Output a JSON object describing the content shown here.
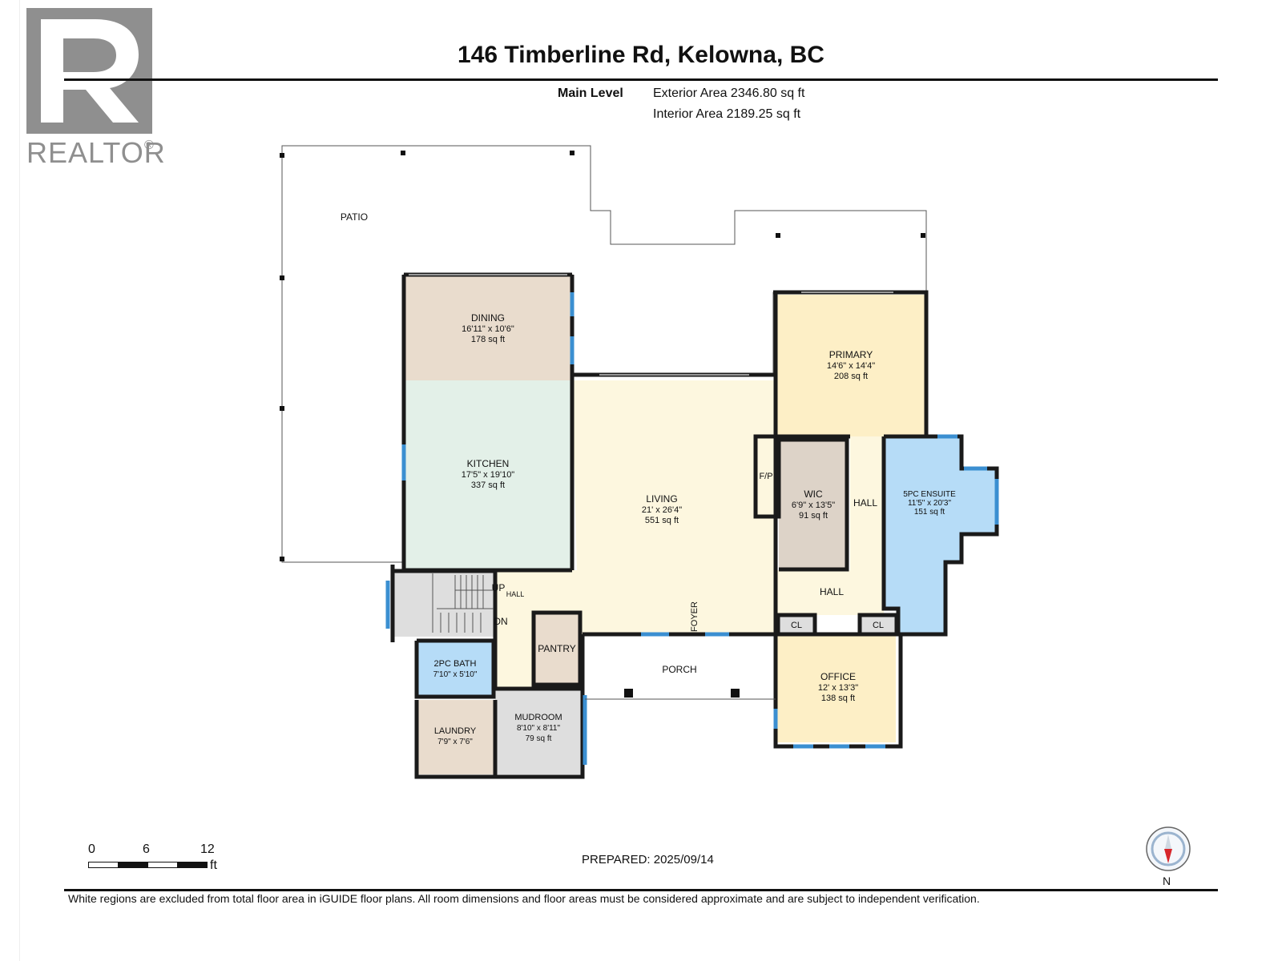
{
  "header": {
    "title": "146 Timberline Rd, Kelowna, BC",
    "level_name": "Main Level",
    "exterior_area": "Exterior Area 2346.80 sq ft",
    "interior_area": "Interior Area 2189.25 sq ft"
  },
  "logo": {
    "wordmark": "REALTOR",
    "registered": "®",
    "icon": "realtor-r-logo"
  },
  "rooms": {
    "patio": {
      "name": "PATIO"
    },
    "dining": {
      "name": "DINING",
      "dims": "16'11\" x 10'6\"",
      "area": "178 sq ft"
    },
    "kitchen": {
      "name": "KITCHEN",
      "dims": "17'5\" x 19'10\"",
      "area": "337 sq ft"
    },
    "living": {
      "name": "LIVING",
      "dims": "21' x 26'4\"",
      "area": "551 sq ft"
    },
    "primary": {
      "name": "PRIMARY",
      "dims": "14'6\" x 14'4\"",
      "area": "208 sq ft"
    },
    "fp": {
      "name": "F/P"
    },
    "wic": {
      "name": "WIC",
      "dims": "6'9\" x 13'5\"",
      "area": "91 sq ft"
    },
    "hall_upper": {
      "name": "HALL"
    },
    "ensuite": {
      "name": "5PC ENSUITE",
      "dims": "11'5\" x 20'3\"",
      "area": "151 sq ft"
    },
    "hall_lower": {
      "name": "HALL"
    },
    "hall_stair": {
      "name": "HALL"
    },
    "stairs_up": {
      "name": "UP"
    },
    "stairs_down": {
      "name": "DN"
    },
    "foyer": {
      "name": "FOYER"
    },
    "cl_left": {
      "name": "CL"
    },
    "cl_right": {
      "name": "CL"
    },
    "pantry": {
      "name": "PANTRY"
    },
    "porch": {
      "name": "PORCH"
    },
    "bath2": {
      "name": "2PC BATH",
      "dims": "7'10\" x 5'10\""
    },
    "laundry": {
      "name": "LAUNDRY",
      "dims": "7'9\" x 7'6\""
    },
    "mudroom": {
      "name": "MUDROOM",
      "dims": "8'10\" x 8'11\"",
      "area": "79 sq ft"
    },
    "office": {
      "name": "OFFICE",
      "dims": "12' x 13'3\"",
      "area": "138 sq ft"
    }
  },
  "scale": {
    "t0": "0",
    "t1": "6",
    "t2": "12",
    "unit": "ft"
  },
  "prepared": "PREPARED: 2025/09/14",
  "compass": {
    "label": "N",
    "icon": "north-arrow-icon"
  },
  "footnote": "White regions are excluded from total floor area in iGUIDE floor plans. All room dimensions and floor areas must be considered approximate and are subject to independent verification.",
  "colors": {
    "dining": "#e9dccd",
    "kitchen": "#e3f0e8",
    "living": "#fdf7df",
    "primary": "#fdefc6",
    "wic": "#ddd3c8",
    "ensuite": "#b6dcf7",
    "bath": "#b6dcf7",
    "laundry": "#e9dccd",
    "mudroom": "#dedede",
    "pantry": "#e9dccd",
    "office": "#fdefc6",
    "stairs": "#dedede",
    "window": "#3b8fd1",
    "wall": "#1a1a1a"
  }
}
